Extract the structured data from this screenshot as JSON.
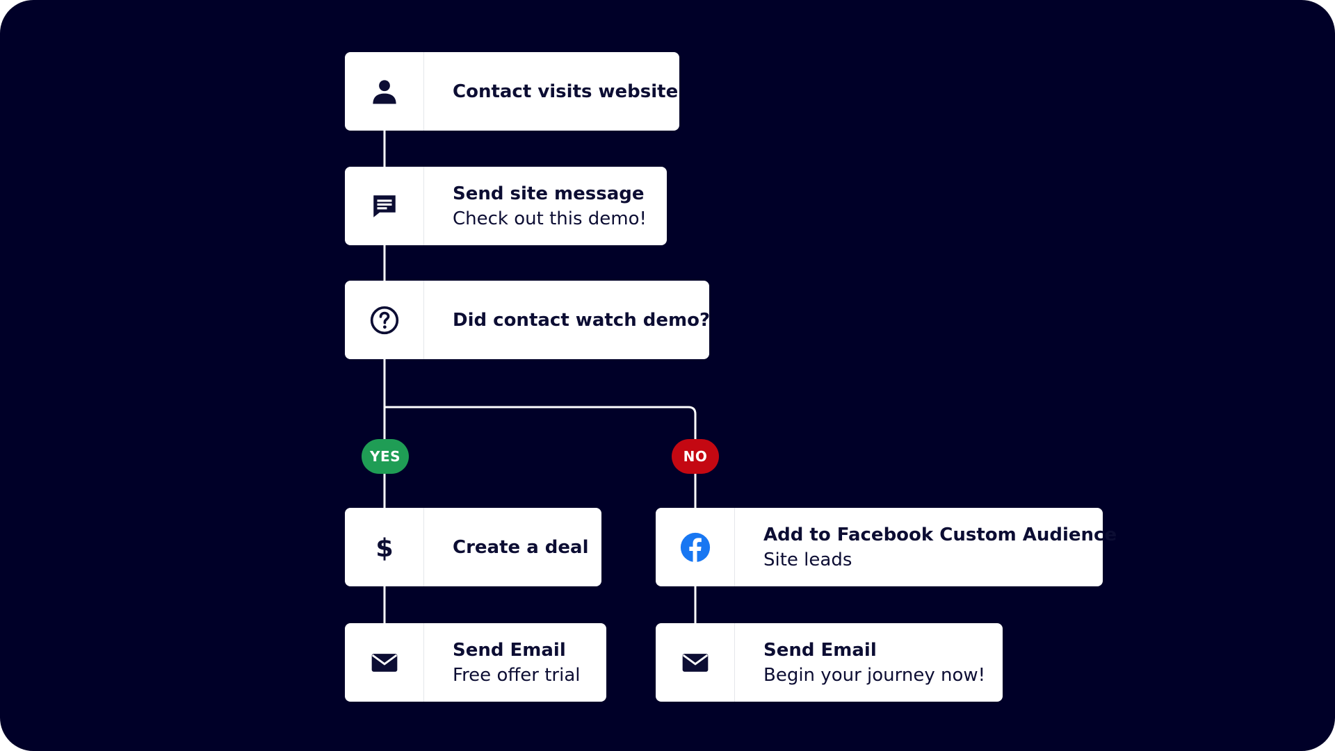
{
  "colors": {
    "background": "#000028",
    "card": "#ffffff",
    "text": "#0c0d33",
    "connector": "#ffffff",
    "yes": "#1f9d55",
    "no": "#c40812",
    "facebook": "#1877f2"
  },
  "nodes": {
    "visit": {
      "title": "Contact visits website",
      "icon": "person-icon"
    },
    "message": {
      "title": "Send site message",
      "subtitle": "Check out this demo!",
      "icon": "chat-message-icon"
    },
    "condition": {
      "title": "Did contact watch demo?",
      "icon": "question-circle-icon"
    },
    "deal": {
      "title": "Create a deal",
      "icon": "dollar-icon"
    },
    "facebook": {
      "title": "Add to Facebook Custom Audience",
      "subtitle": "Site leads",
      "icon": "facebook-icon"
    },
    "email_yes": {
      "title": "Send Email",
      "subtitle": "Free offer trial",
      "icon": "envelope-icon"
    },
    "email_no": {
      "title": "Send Email",
      "subtitle": "Begin your journey now!",
      "icon": "envelope-icon"
    }
  },
  "branches": {
    "yes": "YES",
    "no": "NO"
  }
}
